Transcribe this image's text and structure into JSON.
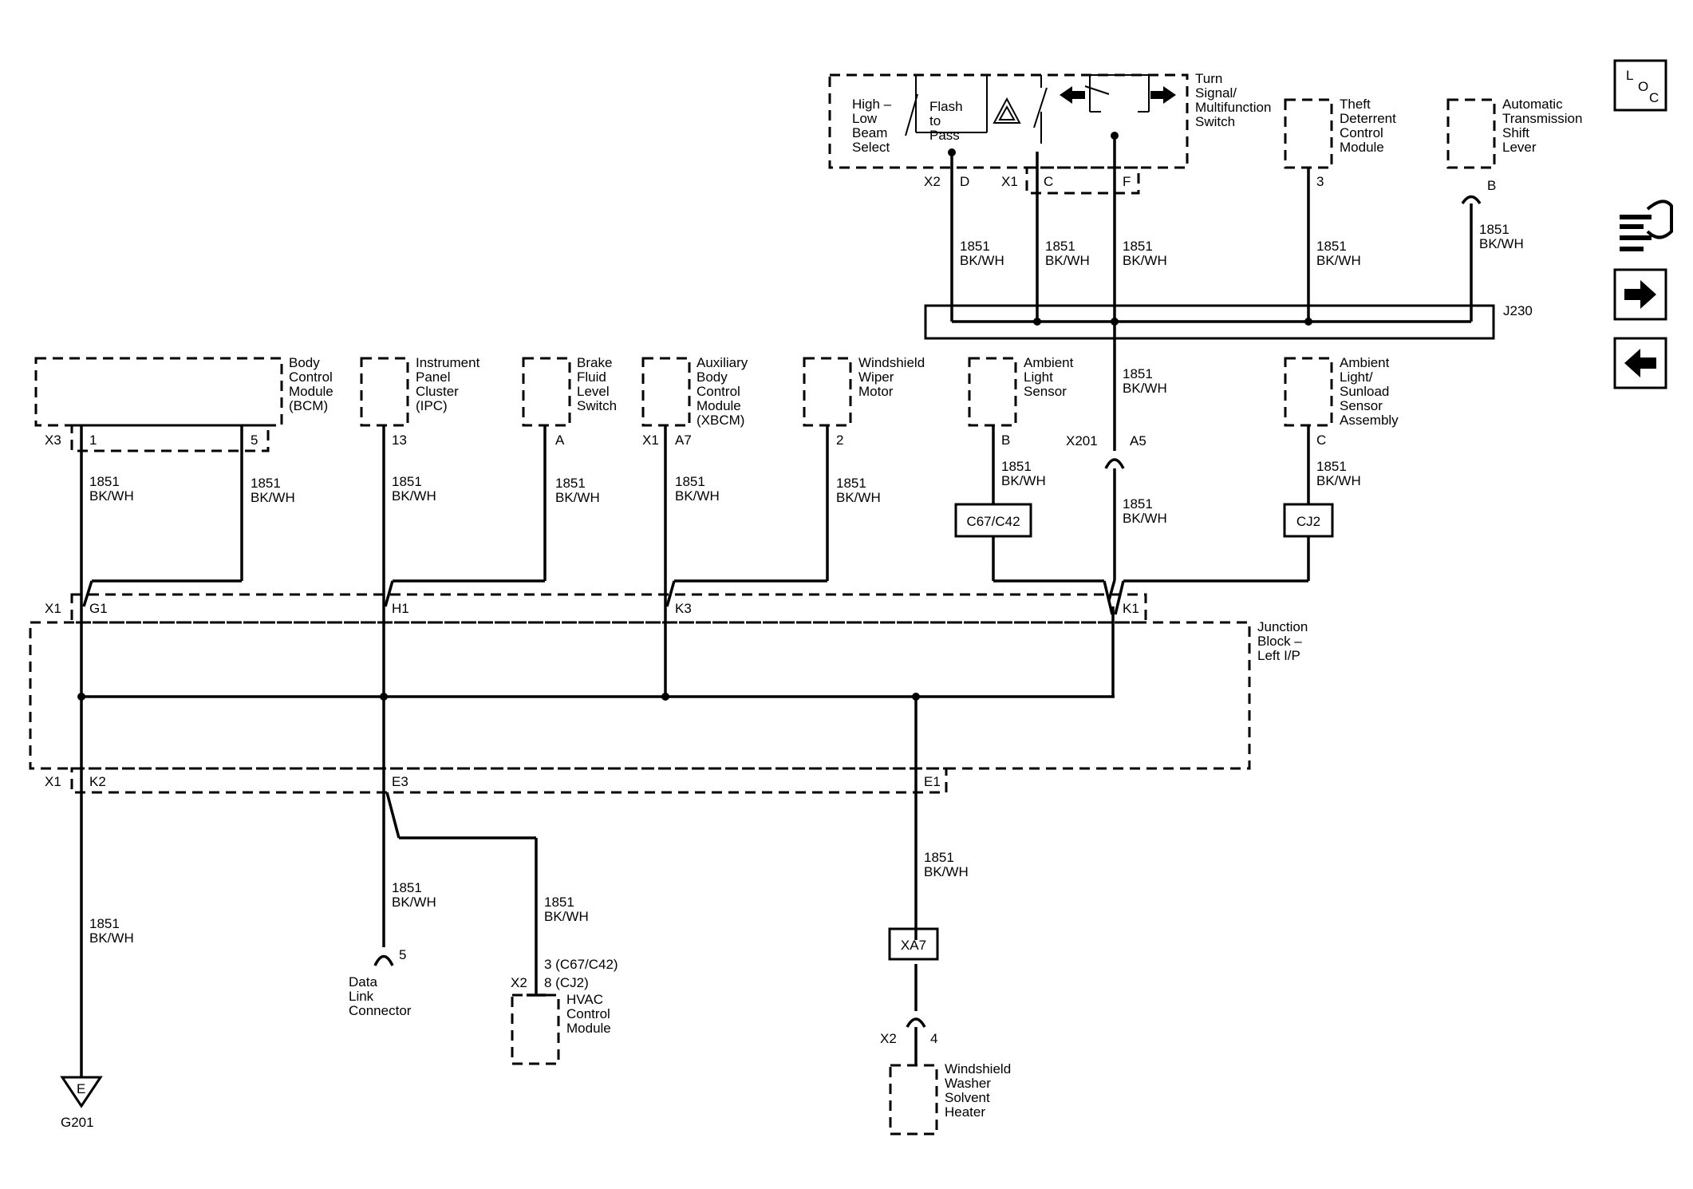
{
  "wire": {
    "circuit": "1851",
    "color": "BK/WH"
  },
  "components": {
    "bcm": [
      "Body",
      "Control",
      "Module",
      "(BCM)"
    ],
    "ipc": [
      "Instrument",
      "Panel",
      "Cluster",
      "(IPC)"
    ],
    "brake": [
      "Brake",
      "Fluid",
      "Level",
      "Switch"
    ],
    "xbcm": [
      "Auxiliary",
      "Body",
      "Control",
      "Module",
      "(XBCM)"
    ],
    "wiper": [
      "Windshield",
      "Wiper",
      "Motor"
    ],
    "ambient": [
      "Ambient",
      "Light",
      "Sensor"
    ],
    "sunload": [
      "Ambient",
      "Light/",
      "Sunload",
      "Sensor",
      "Assembly"
    ],
    "turn": [
      "Turn",
      "Signal/",
      "Multifunction",
      "Switch"
    ],
    "theft": [
      "Theft",
      "Deterrent",
      "Control",
      "Module"
    ],
    "shift": [
      "Automatic",
      "Transmission",
      "Shift",
      "Lever"
    ],
    "junction": [
      "Junction",
      "Block –",
      "Left I/P"
    ],
    "dlc": [
      "Data",
      "Link",
      "Connector"
    ],
    "hvac": [
      "HVAC",
      "Control",
      "Module"
    ],
    "washer": [
      "Windshield",
      "Washer",
      "Solvent",
      "Heater"
    ],
    "highlow": [
      "High –",
      "Low",
      "Beam",
      "Select"
    ],
    "flash": [
      "Flash",
      "to",
      "Pass"
    ]
  },
  "connectors": {
    "x1": "X1",
    "x2": "X2",
    "x3": "X3",
    "x201": "X201",
    "j230": "J230",
    "g201": "G201",
    "ground_letter": "E"
  },
  "pins": {
    "bcm_1": "1",
    "bcm_5": "5",
    "ipc_13": "13",
    "brake_a": "A",
    "xbcm_a7": "A7",
    "wiper_2": "2",
    "ambient_b": "B",
    "sunload_c": "C",
    "x201_a5": "A5",
    "turn_d": "D",
    "turn_c": "C",
    "turn_f": "F",
    "theft_3": "3",
    "shift_b": "B",
    "jb_g1": "G1",
    "jb_h1": "H1",
    "jb_k3": "K3",
    "jb_k1": "K1",
    "jb_k2": "K2",
    "jb_e3": "E3",
    "jb_e1": "E1",
    "dlc_5": "5",
    "hvac_3": "3 (C67/C42)",
    "hvac_8": "8 (CJ2)",
    "washer_4": "4"
  },
  "inline_boxes": {
    "c67": "C67/C42",
    "cj2": "CJ2",
    "xa7": "XA7"
  },
  "nav": {
    "loc_l": "L",
    "loc_o": "O",
    "loc_c": "C",
    "tools_icon": "tools-icon",
    "next_icon": "arrow-right-icon",
    "prev_icon": "arrow-left-icon"
  }
}
